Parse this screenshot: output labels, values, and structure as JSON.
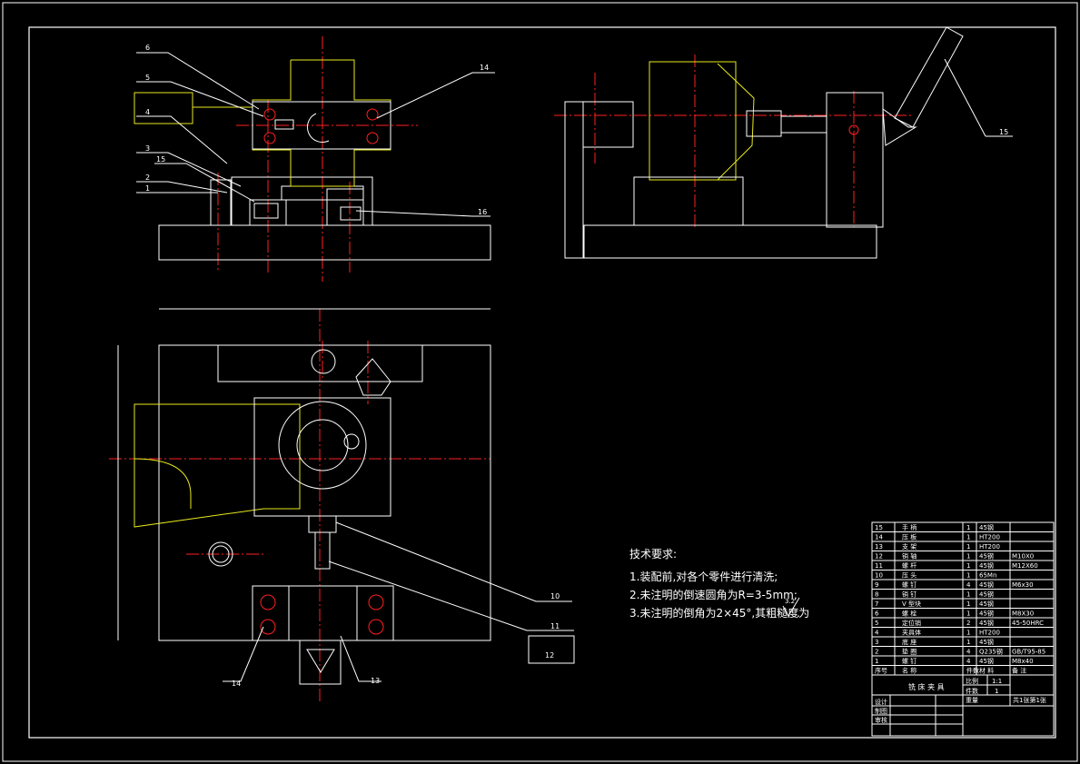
{
  "leaders_top_left": [
    "6",
    "5",
    "4",
    "3",
    "2",
    "1",
    "15",
    "14",
    "16"
  ],
  "leader_top_right": "15",
  "leaders_bottom": [
    "10",
    "11",
    "12",
    "14",
    "13"
  ],
  "tech_requirements": {
    "title": "技术要求:",
    "items": [
      "1.装配前,对各个零件进行清洗;",
      "2.未注明的倒速圆角为R=3-5mm;",
      "3.未注明的倒角为2×45°,其粗糙度为"
    ],
    "roughness": "3.2"
  },
  "bom": {
    "rows": [
      {
        "no": "15",
        "name": "手  柄",
        "qty": "1",
        "mat": "45钢",
        "note": ""
      },
      {
        "no": "14",
        "name": "压  板",
        "qty": "1",
        "mat": "HT200",
        "note": ""
      },
      {
        "no": "13",
        "name": "支  架",
        "qty": "1",
        "mat": "HT200",
        "note": ""
      },
      {
        "no": "12",
        "name": "销  轴",
        "qty": "1",
        "mat": "45钢",
        "note": "M10X0"
      },
      {
        "no": "11",
        "name": "螺  杆",
        "qty": "1",
        "mat": "45钢",
        "note": "M12X60"
      },
      {
        "no": "10",
        "name": "压  头",
        "qty": "1",
        "mat": "65Mn",
        "note": ""
      },
      {
        "no": "9",
        "name": "螺  钉",
        "qty": "4",
        "mat": "45钢",
        "note": "M6x30"
      },
      {
        "no": "8",
        "name": "销  钉",
        "qty": "1",
        "mat": "45钢",
        "note": ""
      },
      {
        "no": "7",
        "name": "V  型块",
        "qty": "1",
        "mat": "45钢",
        "note": ""
      },
      {
        "no": "6",
        "name": "螺  栓",
        "qty": "1",
        "mat": "45钢",
        "note": "M8X30"
      },
      {
        "no": "5",
        "name": "定位销",
        "qty": "2",
        "mat": "45钢",
        "note": "45-50HRC"
      },
      {
        "no": "4",
        "name": "夹具体",
        "qty": "1",
        "mat": "HT200",
        "note": ""
      },
      {
        "no": "3",
        "name": "底  座",
        "qty": "1",
        "mat": "45钢",
        "note": ""
      },
      {
        "no": "2",
        "name": "垫  圈",
        "qty": "4",
        "mat": "Q235钢",
        "note": "GB/T95-85"
      },
      {
        "no": "1",
        "name": "螺  钉",
        "qty": "4",
        "mat": "45钢",
        "note": "M8x40"
      }
    ],
    "header": {
      "no": "序号",
      "name": "名  称",
      "qty": "件数",
      "mat": "材 料",
      "note": "备 注"
    },
    "title": "铣 床 夹 具",
    "scale_label": "比例",
    "scale": "1:1",
    "count_label": "件数",
    "count": "1",
    "weight_label": "重量",
    "sheet": "共1张第1张",
    "designer": "设计",
    "drawer": "制图",
    "checker": "审核"
  },
  "colors": {
    "line": "#ffffff",
    "body": "#e8e820",
    "center": "#ff2020",
    "background": "#000000"
  }
}
